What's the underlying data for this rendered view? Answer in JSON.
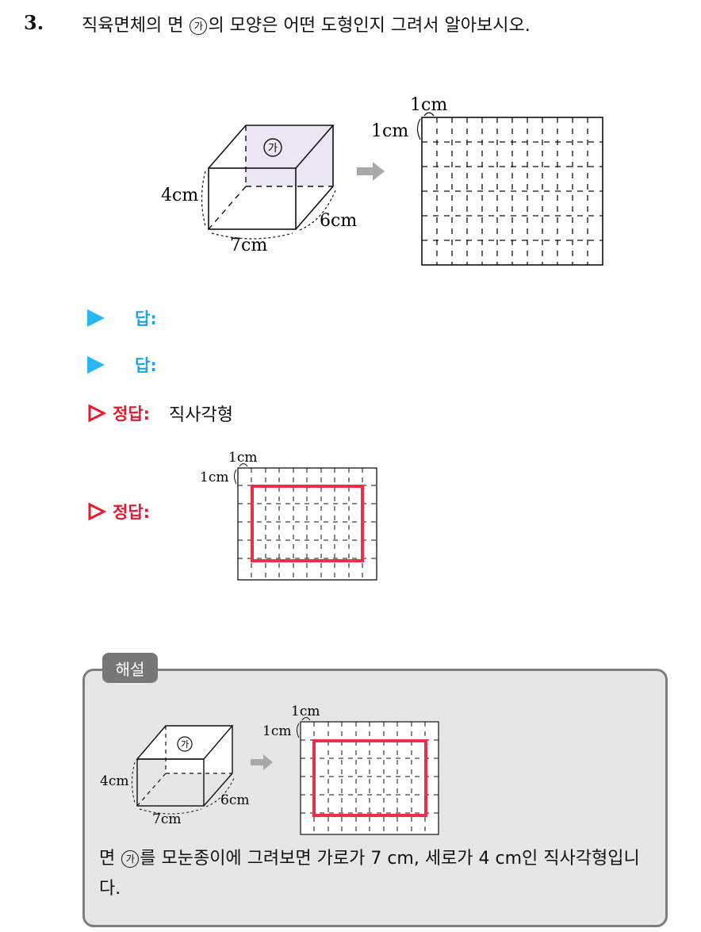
{
  "question": {
    "number": "3.",
    "text_before": "직육면체의 면 ",
    "circled_label": "가",
    "text_after": "의 모양은 어떤 도형인지 그려서 알아보시오."
  },
  "figure": {
    "face_label": "가",
    "height_label": "4cm",
    "depth_label": "6cm",
    "width_label": "7cm",
    "grid_unit_top": "1cm",
    "grid_unit_side": "1cm"
  },
  "answers": {
    "answer_label": "답",
    "correct_label": "정답",
    "colon": ":",
    "correct_text": "직사각형"
  },
  "solution": {
    "tag": "해설",
    "text_before": "면 ",
    "circled_label": "가",
    "text_after": "를 모눈종이에 그려보면 가로가 7 cm, 세로가 4 cm인 직사각형입니다."
  },
  "colors": {
    "highlight_red": "#e8304a",
    "triangle_blue": "#29b6f6",
    "label_blue": "#1fa3e6",
    "label_red": "#e8192c",
    "face_tint": "#ece6f4",
    "arrow_gray": "#a8a8a8"
  }
}
